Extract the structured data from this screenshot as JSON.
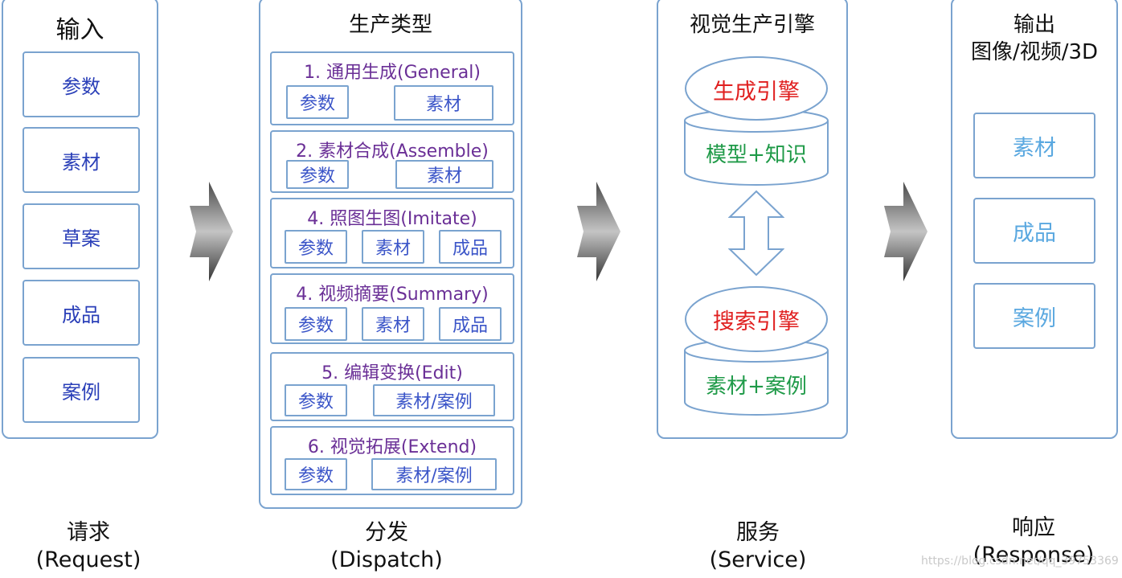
{
  "input": {
    "title": "输入",
    "items": [
      "参数",
      "素材",
      "草案",
      "成品",
      "案例"
    ],
    "caption_cn": "请求",
    "caption_en": "(Request)"
  },
  "dispatch": {
    "title": "生产类型",
    "sections": [
      {
        "title": "1. 通用生成(General)",
        "items": [
          "参数",
          "素材"
        ]
      },
      {
        "title": "2. 素材合成(Assemble)",
        "items": [
          "参数",
          "素材"
        ]
      },
      {
        "title": "4. 照图生图(Imitate)",
        "items": [
          "参数",
          "素材",
          "成品"
        ]
      },
      {
        "title": "4. 视频摘要(Summary)",
        "items": [
          "参数",
          "素材",
          "成品"
        ]
      },
      {
        "title": "5. 编辑变换(Edit)",
        "items": [
          "参数",
          "素材/案例"
        ]
      },
      {
        "title": "6. 视觉拓展(Extend)",
        "items": [
          "参数",
          "素材/案例"
        ]
      }
    ],
    "caption_cn": "分发",
    "caption_en": "(Dispatch)"
  },
  "service": {
    "title": "视觉生产引擎",
    "gen_engine": "生成引擎",
    "gen_store": "模型+知识",
    "search_engine": "搜索引擎",
    "search_store": "素材+案例",
    "caption_cn": "服务",
    "caption_en": "(Service)"
  },
  "output": {
    "title_line1": "输出",
    "title_line2": "图像/视频/3D",
    "items": [
      "素材",
      "成品",
      "案例"
    ],
    "caption_cn": "响应",
    "caption_en": "(Response)"
  },
  "watermark": "https://blog.csdn.net/qq_39753369",
  "colors": {
    "border": "#7aa3cf",
    "input_text": "#2a3fb8",
    "section_title": "#6a2f96",
    "engine_red": "#e02020",
    "store_green": "#1f9a48",
    "output_text": "#5aa8e0",
    "arrow_dark": "#3c3c3c",
    "arrow_light": "#b9b9b9"
  },
  "icons": {
    "flow_arrow": "chevron-arrow",
    "bidirectional": "double-arrow"
  }
}
